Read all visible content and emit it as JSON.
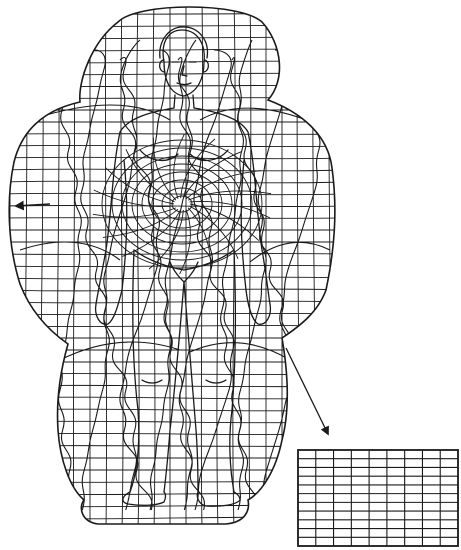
{
  "figure": {
    "subject": "human-energy-field-illustration",
    "colors": {
      "ink": "#1a1a1a",
      "paper": "#ffffff"
    },
    "grid_detail": {
      "columns": 9,
      "rows": 11
    }
  }
}
